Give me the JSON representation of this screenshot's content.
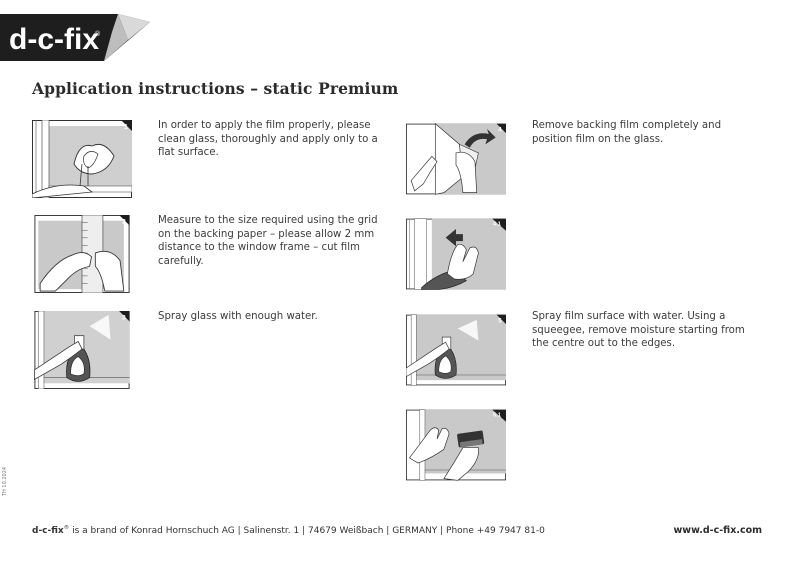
{
  "brand": {
    "logo_text": "d-c-fix",
    "registered": "®"
  },
  "title": "Application instructions – static Premium",
  "steps": [
    {
      "num": "1",
      "text": "In order to apply the film properly, please clean glass, thoroughly and apply only to a flat surface."
    },
    {
      "num": "2",
      "text": "Measure to the size required using the grid on the backing paper – please allow 2 mm distance to the window frame – cut film carefully."
    },
    {
      "num": "3",
      "text": "Spray glass with enough water."
    },
    {
      "num": "4",
      "text": "Remove backing film completely and position film on the glass."
    },
    {
      "num": "4.1",
      "text": ""
    },
    {
      "num": "5",
      "text": "Spray film surface with water. Using a squeegee, remove moisture starting from the centre out to the edges."
    },
    {
      "num": "5.1",
      "text": ""
    }
  ],
  "footer": {
    "brand": "d-c-fix",
    "reg": "®",
    "text": " is a brand of Konrad Hornschuch AG | Salinenstr. 1 | 74679 Weißbach | GERMANY | Phone +49 7947 81-0",
    "website": "www.d-c-fix.com",
    "code": "TH 10.2024"
  }
}
